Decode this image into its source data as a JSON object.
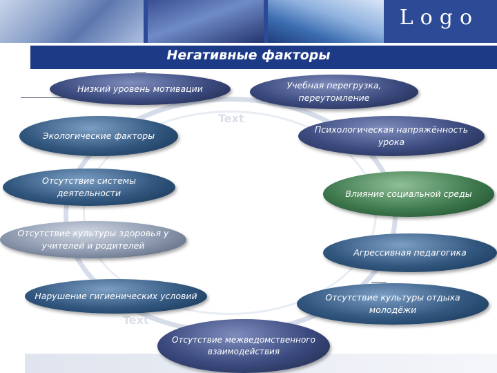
{
  "header": {
    "logo": "Logo",
    "title": "Негативные факторы"
  },
  "ghost_text": [
    "Text",
    "Text"
  ],
  "factors": [
    "Низкий уровень мотивации",
    "Учебная перегрузка, переутомление",
    "Экологические факторы",
    "Психологическая напряжённость урока",
    "Отсутствие системы деятельности",
    "Влияние социальной среды",
    "Отсутствие культуры здоровья у учителей и родителей",
    "Агрессивная педагогика",
    "Нарушение гигиенических условий",
    "Отсутствие культуры отдыха молодёжи",
    "Отсутствие межведомственного взаимодействия"
  ]
}
